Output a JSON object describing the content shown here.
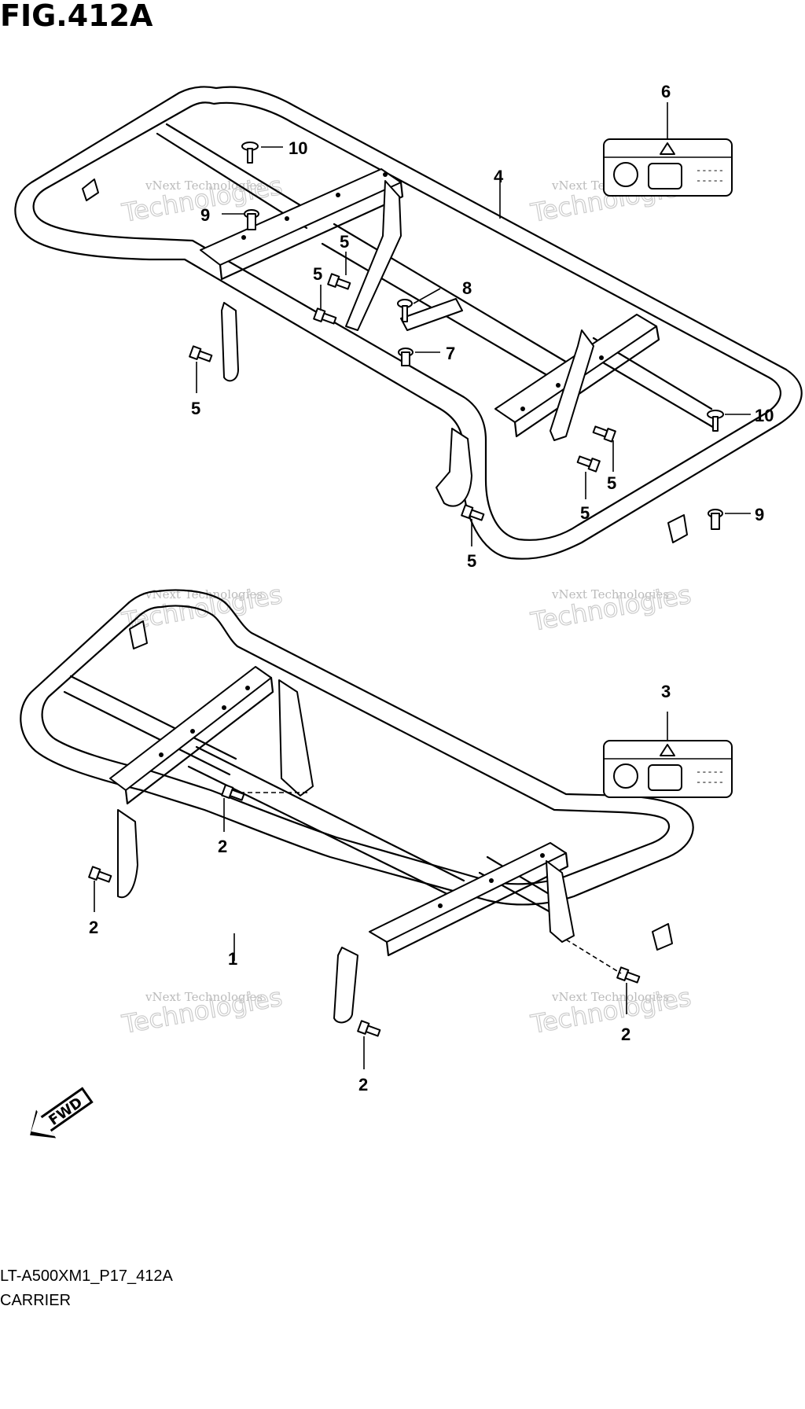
{
  "figure": {
    "title": "FIG.412A",
    "code": "LT-A500XM1_P17_412A",
    "name": "CARRIER"
  },
  "callouts": [
    "1",
    "2",
    "3",
    "4",
    "5",
    "6",
    "7",
    "8",
    "9",
    "10"
  ],
  "labels": {
    "fwd": "FWD",
    "label_dashes": "-----"
  },
  "watermark": {
    "small": "vNext Technologies",
    "big": "Technologies",
    "top": "vNext"
  }
}
